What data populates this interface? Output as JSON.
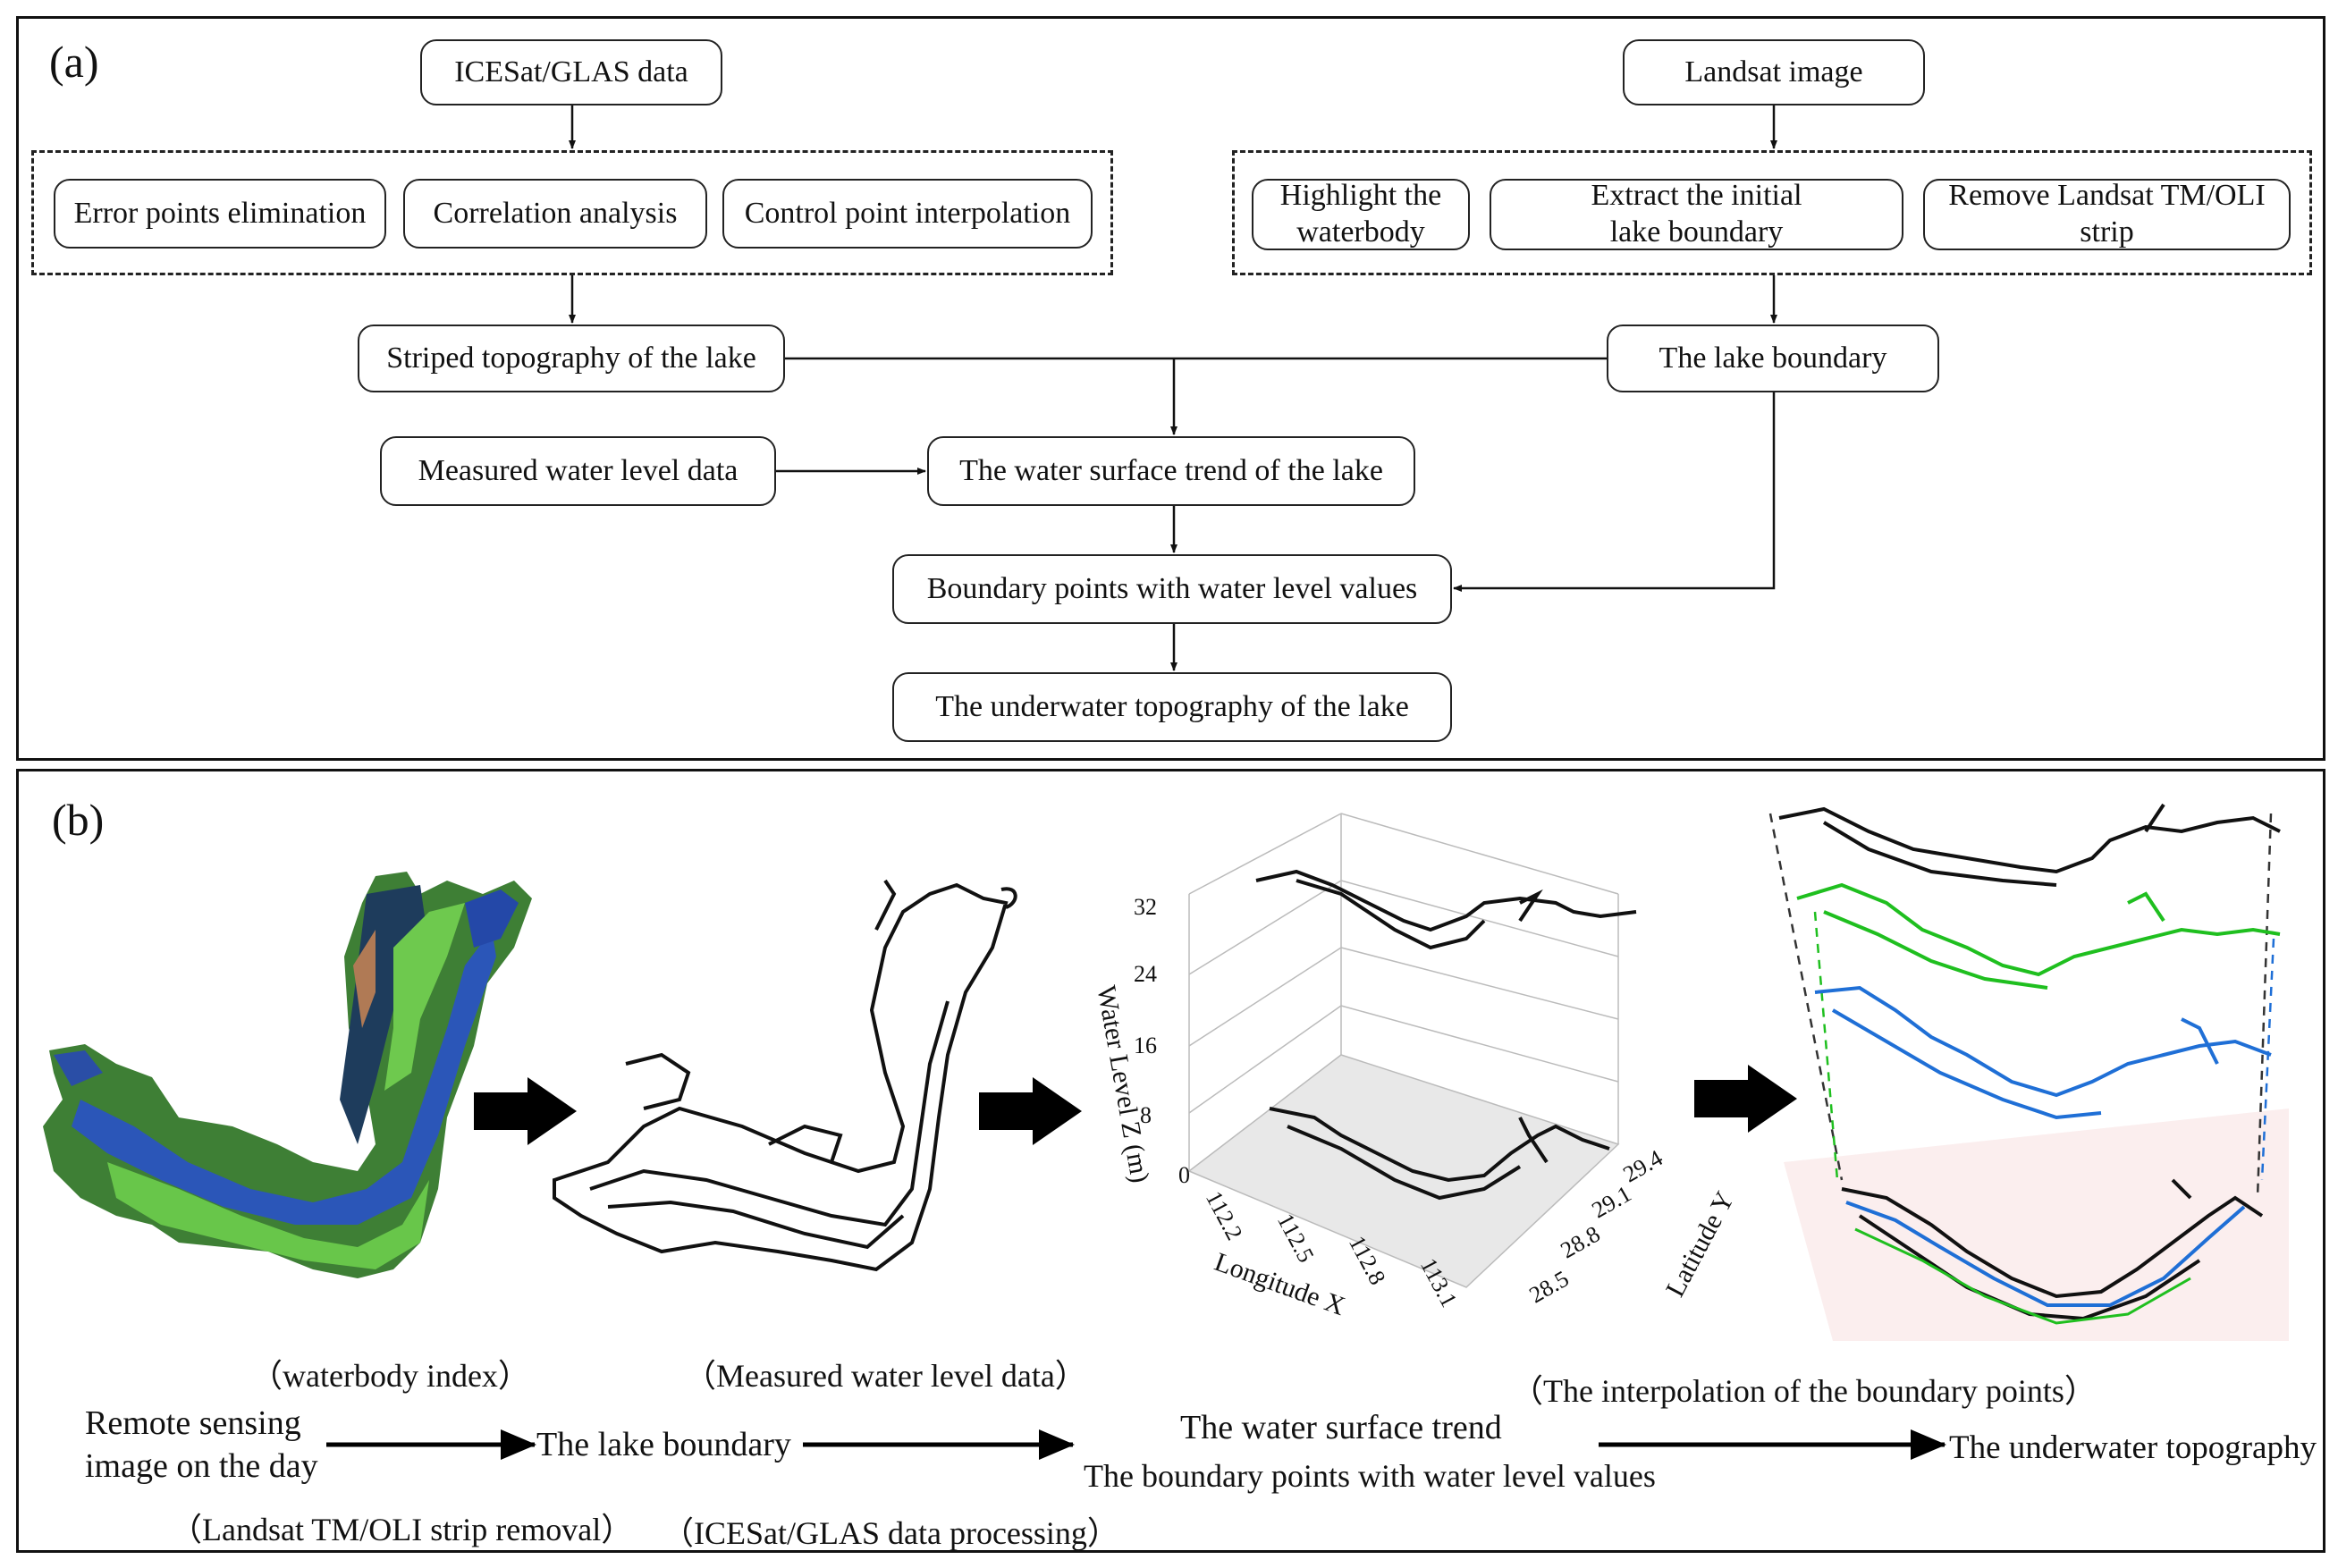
{
  "panel_a": {
    "label": "(a)",
    "icesat": "ICESat/GLAS data",
    "landsat": "Landsat image",
    "error_points": "Error points elimination",
    "correlation": "Correlation analysis",
    "control_point": "Control point interpolation",
    "highlight": "Highlight the waterbody",
    "extract": "Extract the initial lake boundary",
    "remove_strip": "Remove Landsat TM/OLI strip",
    "striped": "Striped topography of the lake",
    "lake_boundary": "The lake boundary",
    "measured": "Measured water level data",
    "surface_trend": "The water surface trend of the lake",
    "boundary_points": "Boundary points with water level values",
    "underwater": "The underwater topography of the lake"
  },
  "panel_b": {
    "label": "(b)",
    "caption_waterbody": "（waterbody index）",
    "caption_measured": "（Measured water level data）",
    "caption_interp": "（The interpolation of the boundary points）",
    "step1_line1": "Remote sensing",
    "step1_line2": "image on the day",
    "step2": "The lake boundary",
    "step3_line1": "The water surface trend",
    "step3_line2": "The boundary points with water level values",
    "step4": "The underwater topography",
    "caption_landsat": "（Landsat TM/OLI strip removal）",
    "caption_icesat": "（ICESat/GLAS data processing）",
    "plot3d": {
      "zlabel": "Water Level  Z (m)",
      "xlabel": "Longitude  X",
      "ylabel": "Latitude  Y",
      "zticks": [
        "32",
        "24",
        "16",
        "8",
        "0"
      ],
      "xticks": [
        "112.2",
        "112.5",
        "112.8",
        "113.1"
      ],
      "yticks": [
        "29.4",
        "29.1",
        "28.8",
        "28.5"
      ]
    }
  },
  "colors": {
    "green_layer": "#1fbf1f",
    "blue_layer": "#1f6fd6",
    "black_layer": "#111111"
  }
}
